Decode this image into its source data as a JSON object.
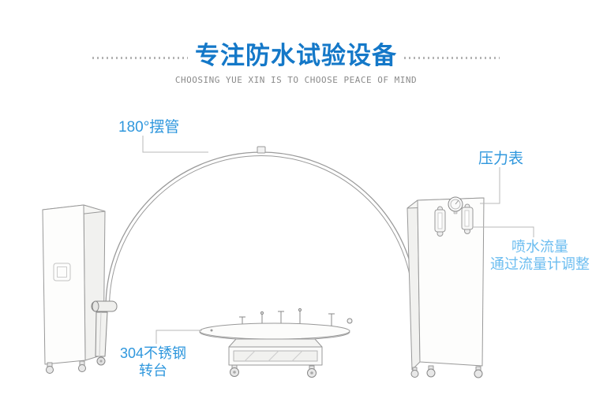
{
  "header": {
    "title": "专注防水试验设备",
    "subtitle": "CHOOSING YUE XIN IS TO CHOOSE PEACE OF MIND"
  },
  "labels": {
    "swing_pipe": "180°摆管",
    "pressure_gauge": "压力表",
    "spray_flow_line1": "喷水流量",
    "spray_flow_line2": "通过流量计调整",
    "turntable_line1": "304不锈钢",
    "turntable_line2": "转台"
  },
  "colors": {
    "title_blue": "#1478c8",
    "label_blue": "#2f97dd",
    "label_light_blue": "#6cbdf0",
    "line_art_gray": "#999999",
    "subtitle_gray": "#8a8a8a",
    "background": "#ffffff"
  }
}
